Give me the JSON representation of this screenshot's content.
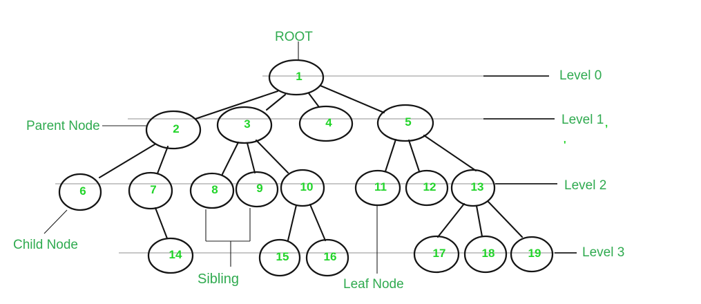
{
  "diagram": {
    "type": "tree-data-structure-terminology",
    "labels": {
      "root": "ROOT",
      "parent_node": "Parent Node",
      "child_node": "Child Node",
      "sibling": "Sibling",
      "leaf_node": "Leaf Node"
    },
    "levels": [
      {
        "label": "Level 0"
      },
      {
        "label": "Level 1"
      },
      {
        "label": "Level 2"
      },
      {
        "label": "Level 3"
      }
    ],
    "nodes": [
      {
        "label": "1",
        "level": 0
      },
      {
        "label": "2",
        "level": 1
      },
      {
        "label": "3",
        "level": 1
      },
      {
        "label": "4",
        "level": 1
      },
      {
        "label": "5",
        "level": 1
      },
      {
        "label": "6",
        "level": 2
      },
      {
        "label": "7",
        "level": 2
      },
      {
        "label": "8",
        "level": 2
      },
      {
        "label": "9",
        "level": 2
      },
      {
        "label": "10",
        "level": 2
      },
      {
        "label": "11",
        "level": 2
      },
      {
        "label": "12",
        "level": 2
      },
      {
        "label": "13",
        "level": 2
      },
      {
        "label": "14",
        "level": 3
      },
      {
        "label": "15",
        "level": 3
      },
      {
        "label": "16",
        "level": 3
      },
      {
        "label": "17",
        "level": 3
      },
      {
        "label": "18",
        "level": 3
      },
      {
        "label": "19",
        "level": 3
      }
    ],
    "edges": [
      "1-2",
      "1-3",
      "1-4",
      "1-5",
      "2-6",
      "2-7",
      "3-8",
      "3-9",
      "3-10",
      "5-11",
      "5-12",
      "5-13",
      "7-14",
      "10-15",
      "10-16",
      "13-17",
      "13-18",
      "13-19"
    ],
    "annotation_targets": {
      "root": "1",
      "parent_node": "2",
      "child_node": "6",
      "sibling": [
        "8",
        "9"
      ],
      "leaf_node": "11"
    },
    "stray_marks": [
      {
        "text": ","
      },
      {
        "text": "'"
      }
    ],
    "colors": {
      "label_green": "#2faa4f",
      "number_green": "#22d42a",
      "line_black": "#141414",
      "level_line_gray": "#8f8f8f",
      "background": "#ffffff"
    }
  }
}
